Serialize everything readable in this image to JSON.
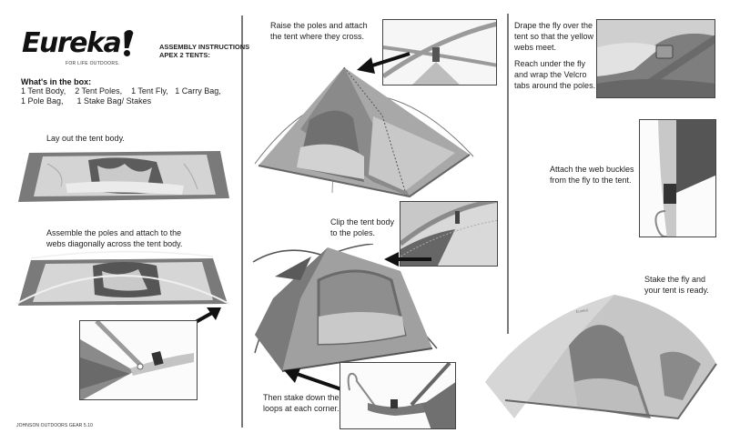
{
  "brand": {
    "name": "Eureka",
    "exclamation": "!",
    "tagline": "FOR LIFE OUTDOORS.",
    "doc_title_line1": "ASSEMBLY INSTRUCTIONS",
    "doc_title_line2": "APEX 2 TENTS:"
  },
  "contents": {
    "heading": "What's in the box:",
    "line1": "1 Tent Body,    2 Tent Poles,    1 Tent Fly,   1 Carry Bag,",
    "line2": "1 Pole Bag,      1 Stake Bag/ Stakes",
    "items": [
      "1 Tent Body",
      "2 Tent Poles",
      "1 Tent Fly",
      "1 Carry Bag",
      "1 Pole Bag",
      "1 Stake Bag/ Stakes"
    ]
  },
  "steps": [
    {
      "id": 1,
      "lines": [
        "Lay out the tent body."
      ]
    },
    {
      "id": 2,
      "lines": [
        "Assemble the poles and attach to the",
        "webs diagonally across the tent body."
      ]
    },
    {
      "id": 3,
      "lines": [
        "Raise the poles and attach",
        "the tent where they cross."
      ]
    },
    {
      "id": 4,
      "lines": [
        "Clip the tent body",
        "to the poles."
      ]
    },
    {
      "id": 5,
      "lines": [
        "Then stake down the",
        "loops at each corner."
      ]
    },
    {
      "id": 6,
      "lines": [
        "Drape the fly over the",
        "tent so that the yellow",
        "webs meet."
      ]
    },
    {
      "id": 7,
      "lines": [
        "Reach under the fly",
        "and wrap the Velcro",
        "tabs around the poles."
      ]
    },
    {
      "id": 8,
      "lines": [
        "Attach the web buckles",
        "from the fly to the tent."
      ]
    },
    {
      "id": 9,
      "lines": [
        "Stake the fly and",
        "your tent is ready."
      ]
    }
  ],
  "illustrations": [
    {
      "name": "tent-body-flat-photo",
      "icon": "tent-flat-icon"
    },
    {
      "name": "tent-poles-attached-photo",
      "icon": "tent-poles-icon"
    },
    {
      "name": "pole-web-detail-photo",
      "icon": "pole-buckle-icon"
    },
    {
      "name": "poles-crossed-tent-photo",
      "icon": "tent-raised-icon"
    },
    {
      "name": "pole-cross-detail-photo",
      "icon": "pole-cross-icon"
    },
    {
      "name": "clipped-tent-photo",
      "icon": "tent-clipped-icon"
    },
    {
      "name": "clip-detail-photo",
      "icon": "clip-icon"
    },
    {
      "name": "stake-loop-detail-photo",
      "icon": "stake-icon"
    },
    {
      "name": "velcro-detail-photo",
      "icon": "velcro-icon"
    },
    {
      "name": "web-buckle-detail-photo",
      "icon": "buckle-icon"
    },
    {
      "name": "finished-tent-photo",
      "icon": "tent-finished-icon"
    }
  ],
  "footer": {
    "text": "JOHNSON OUTDOORS GEAR 5.10"
  },
  "colors": {
    "text": "#1e1e1e",
    "divider": "#7a7a7a",
    "photo_dark": "#5a5a5a",
    "photo_mid": "#9a9a9a",
    "photo_light": "#d6d6d6"
  }
}
